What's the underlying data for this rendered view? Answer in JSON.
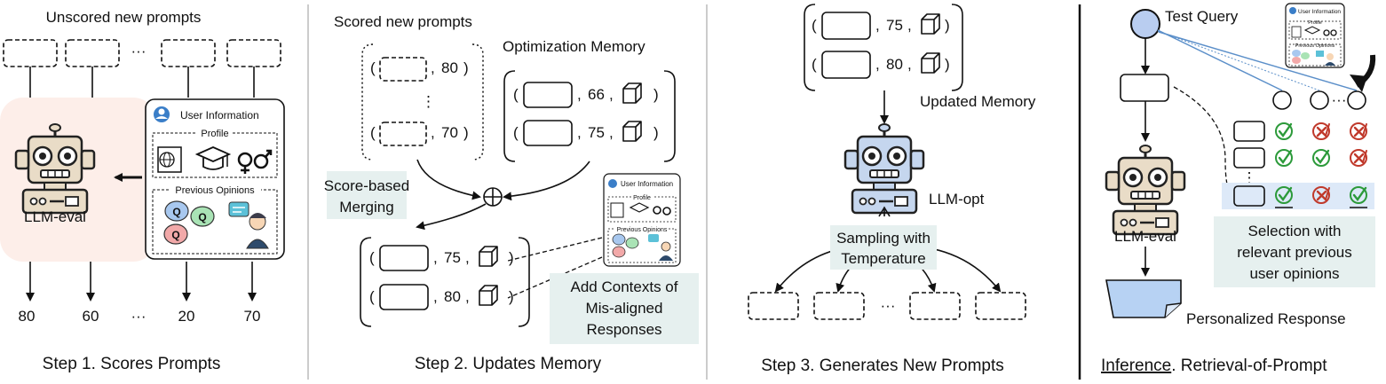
{
  "step1": {
    "top_label": "Unscored new prompts",
    "ellipsis": "···",
    "user_info_title": "User Information",
    "profile_label": "Profile",
    "opinions_label": "Previous Opinions",
    "q_letter": "Q",
    "model_label": "LLM-eval",
    "scores": [
      "80",
      "60",
      "···",
      "20",
      "70"
    ],
    "caption": "Step 1. Scores Prompts"
  },
  "step2": {
    "scored_label": "Scored new prompts",
    "scored_values": [
      "80",
      "70"
    ],
    "vertical_ellipsis": "⋮",
    "memory_label": "Optimization Memory",
    "memory_values": [
      "66",
      "75"
    ],
    "merge_label_line1": "Score-based",
    "merge_label_line2": "Merging",
    "merged_values": [
      "75",
      "80"
    ],
    "user_info_title": "User Information",
    "profile_label": "Profile",
    "opinions_label": "Previous Opinions",
    "context_line1": "Add Contexts of",
    "context_line2": "Mis-aligned",
    "context_line3": "Responses",
    "caption": "Step 2. Updates Memory"
  },
  "step3": {
    "memory_values": [
      "75",
      "80"
    ],
    "updated_label": "Updated Memory",
    "model_label": "LLM-opt",
    "sampling_line1": "Sampling with",
    "sampling_line2": "Temperature",
    "ellipsis": "···",
    "caption": "Step 3. Generates New Prompts"
  },
  "inference": {
    "query_label": "Test Query",
    "user_info_title": "User Information",
    "profile_label": "Profile",
    "opinions_label": "Previous Opinions",
    "ellipsis": "···",
    "model_label": "LLM-eval",
    "selection_line1": "Selection with",
    "selection_line2": "relevant previous",
    "selection_line3": "user opinions",
    "response_label": "Personalized Response",
    "caption_underlined": "Inference",
    "caption_rest": ". Retrieval-of-Prompt",
    "check_grid": [
      [
        "ok",
        "bad",
        "bad"
      ],
      [
        "ok",
        "ok",
        "bad"
      ],
      [
        "ok",
        "bad",
        "ok"
      ]
    ]
  },
  "colors": {
    "robot_tan": "#e9dcc7",
    "robot_blue": "#c5d6ee",
    "highlight_pink": "#fdeee9",
    "teal_box": "#e6f0ef",
    "check_green": "#2c9a3a",
    "cross_red": "#c0392b",
    "query_node": "#b9cdf0",
    "doc_blue": "#b7d2f3",
    "retrieval_line": "#5b8fc9"
  }
}
